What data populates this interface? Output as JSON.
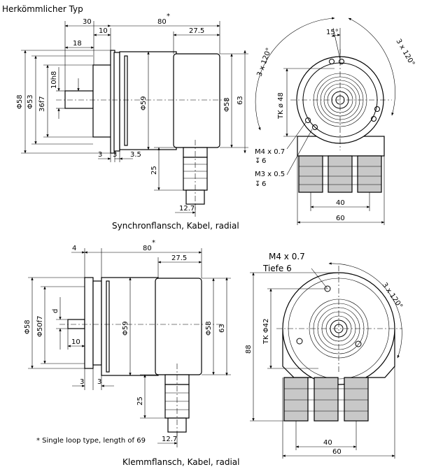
{
  "top": {
    "heading": "Herkömmlicher Typ",
    "caption": "Synchronflansch, Kabel, radial",
    "dims": {
      "d30": "30",
      "d80": "80",
      "star": "*",
      "d10": "10",
      "d27_5": "27.5",
      "d18": "18",
      "d10h8": "10h8",
      "phi58_left": "Φ58",
      "phi53": "Φ53",
      "d36f7": "36f7",
      "phi59": "Φ59",
      "phi58_right": "Φ58",
      "d63": "63",
      "d3": "3",
      "d3b": "3",
      "d3_5": "3.5",
      "d25": "25",
      "d12_7": "12.7"
    },
    "front": {
      "d15deg": "15°",
      "d3x120_left": "3 x 120°",
      "d3x120_right": "3 x 120°",
      "tk48": "TK ø 48",
      "m4": "M4 x 0.7",
      "m4_depth": "6",
      "m3": "M3 x 0.5",
      "m3_depth": "6",
      "d40": "40",
      "d60": "60"
    }
  },
  "bottom": {
    "caption": "Klemmflansch, Kabel, radial",
    "footnote": "* Single loop type, length of 69",
    "dims": {
      "d4": "4",
      "d80": "80",
      "star": "*",
      "d27_5": "27.5",
      "phi58_left": "Φ58",
      "phi50f7": "Φ50f7",
      "d": "d",
      "d10": "10",
      "phi59": "Φ59",
      "phi58_right": "Φ58",
      "d63": "63",
      "d3": "3",
      "d3b": "3",
      "d25": "25",
      "d12_7": "12.7"
    },
    "front": {
      "m4": "M4 x 0.7",
      "tiefe": "Tiefe 6",
      "d3x120": "3 x 120°",
      "tk42": "TK Φ42",
      "d88": "88",
      "d40": "40",
      "d60": "60"
    }
  },
  "icons": [
    "depth-symbol"
  ]
}
